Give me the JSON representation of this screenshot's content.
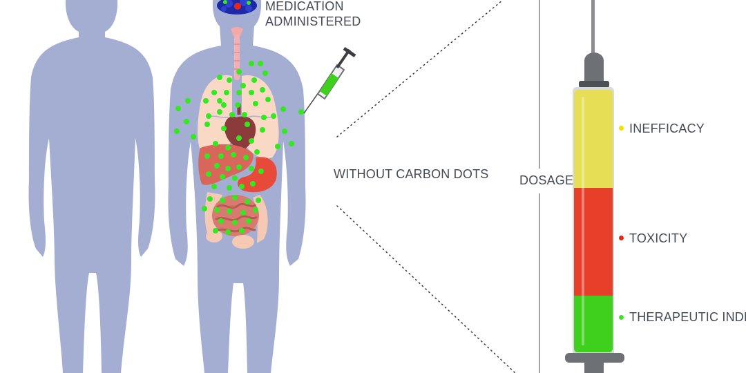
{
  "labels": {
    "medication_line1": "MEDICATION",
    "medication_line2": "ADMINISTERED",
    "without_carbon_dots": "WITHOUT CARBON DOTS",
    "dosage": "DOSAGE"
  },
  "legend": [
    {
      "label": "INEFFICACY",
      "color": "#f2e000"
    },
    {
      "label": "TOXICITY",
      "color": "#e8251c"
    },
    {
      "label": "THERAPEUTIC INDEX",
      "color": "#44e02a"
    }
  ],
  "colors": {
    "body_silhouette": "#a4aed2",
    "medication_dot": "#33e81f",
    "syringe_yellow": "#e6df55",
    "syringe_red": "#e7402a",
    "syringe_green": "#3ed01c",
    "syringe_gray": "#6d7074"
  }
}
